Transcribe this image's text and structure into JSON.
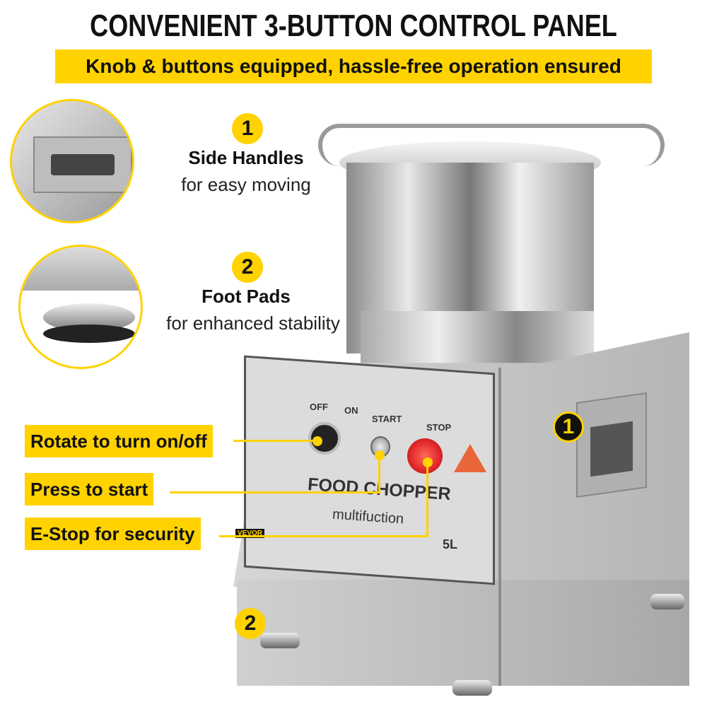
{
  "title": "CONVENIENT 3-BUTTON CONTROL PANEL",
  "banner": "Knob & buttons equipped, hassle-free operation ensured",
  "features": [
    {
      "number": "1",
      "title": "Side Handles",
      "subtitle": "for easy moving"
    },
    {
      "number": "2",
      "title": "Foot Pads",
      "subtitle": "for enhanced stability"
    }
  ],
  "callouts": [
    "Rotate to turn on/off",
    "Press to start",
    "E-Stop for security"
  ],
  "panel": {
    "off": "OFF",
    "on": "ON",
    "start": "START",
    "stop": "STOP",
    "product": "FOOD CHOPPER",
    "sub": "multifuction",
    "capacity": "5L",
    "brand": "VEVOR"
  },
  "markers": [
    "1",
    "2"
  ],
  "colors": {
    "accent": "#ffd200",
    "stop_button": "#e0262a",
    "steel": "#c8c8c8"
  }
}
